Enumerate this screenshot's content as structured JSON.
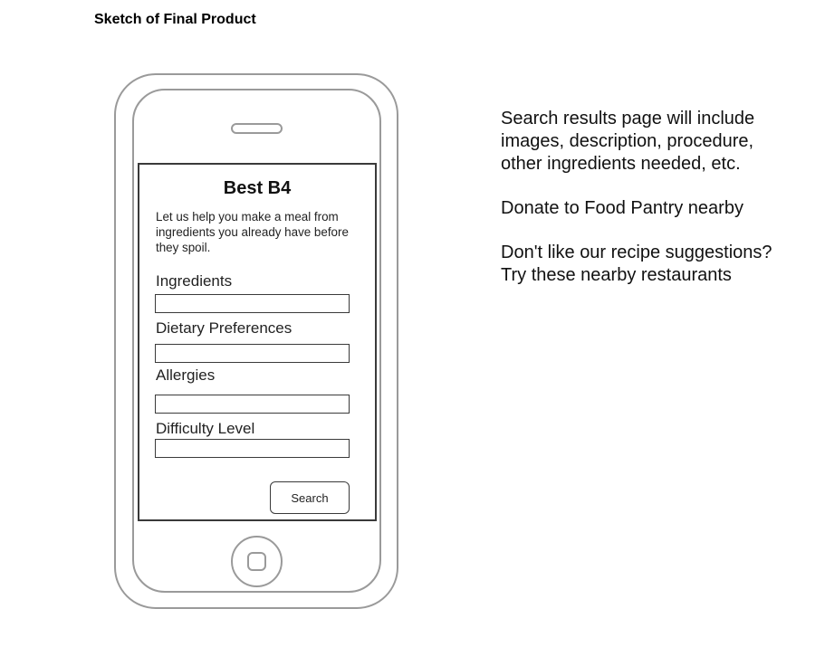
{
  "document": {
    "title": "Sketch of Final Product"
  },
  "app": {
    "title": "Best B4",
    "intro": "Let us help you make a meal from ingredients you already have before they spoil.",
    "fields": [
      {
        "label": "Ingredients",
        "value": ""
      },
      {
        "label": "Dietary Preferences",
        "value": ""
      },
      {
        "label": "Allergies",
        "value": ""
      },
      {
        "label": "Difficulty Level",
        "value": ""
      }
    ],
    "search_label": "Search"
  },
  "notes": [
    "Search results page will include images, description, procedure, other ingredients needed, etc.",
    "Donate to Food Pantry nearby",
    "Don't like our recipe suggestions? Try these nearby restaurants"
  ],
  "icons": {
    "speaker": "speaker-grille-icon",
    "home": "home-button-icon"
  },
  "colors": {
    "device_outline": "#9a9a9a",
    "screen_border": "#3a3a3a",
    "background": "#ffffff",
    "text": "#111111"
  }
}
